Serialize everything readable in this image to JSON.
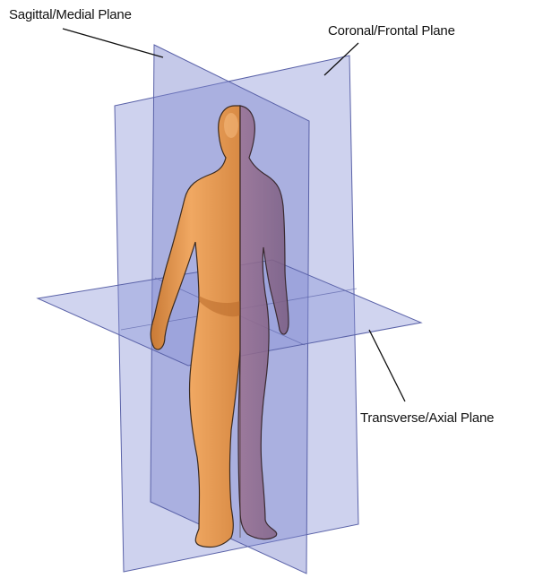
{
  "labels": {
    "sagittal": "Sagittal/Medial Plane",
    "coronal": "Coronal/Frontal Plane",
    "transverse": "Transverse/Axial Plane"
  },
  "colors": {
    "plane_fill": "#8a93d6",
    "plane_edge": "#5a62a8",
    "skin": "#e89a52",
    "skin_shadow": "#b86a2a",
    "skin_behind_plane": "#8f6a8a",
    "leader_line": "#111111"
  }
}
